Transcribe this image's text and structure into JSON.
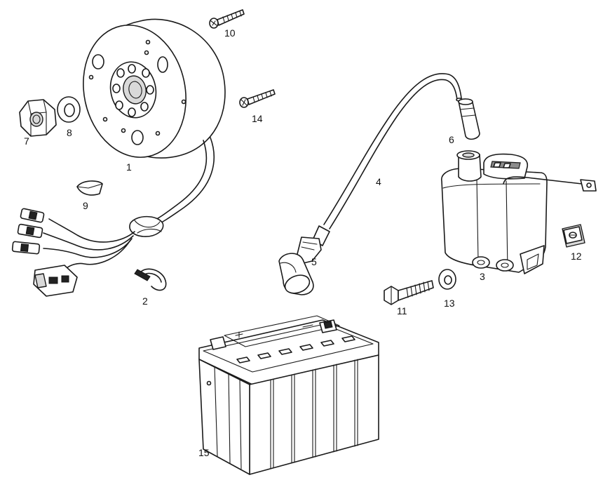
{
  "parts": [
    {
      "id": "flywheel",
      "number": "1"
    },
    {
      "id": "cable-clip",
      "number": "2"
    },
    {
      "id": "cdi-ignition-coil",
      "number": "3"
    },
    {
      "id": "hv-lead",
      "number": "4"
    },
    {
      "id": "spark-plug-cap",
      "number": "5"
    },
    {
      "id": "coil-boot",
      "number": "6"
    },
    {
      "id": "nut",
      "number": "7"
    },
    {
      "id": "washer-small",
      "number": "8"
    },
    {
      "id": "woodruff-key",
      "number": "9"
    },
    {
      "id": "screw-top",
      "number": "10"
    },
    {
      "id": "bolt",
      "number": "11"
    },
    {
      "id": "clip-nut",
      "number": "12"
    },
    {
      "id": "washer",
      "number": "13"
    },
    {
      "id": "screw",
      "number": "14"
    },
    {
      "id": "battery",
      "number": "15"
    }
  ]
}
